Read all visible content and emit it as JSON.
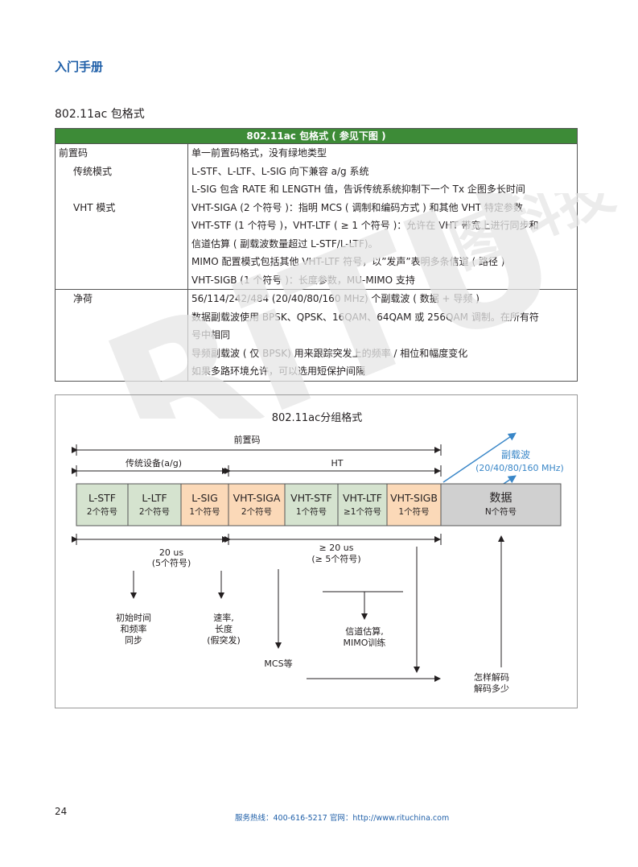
{
  "header": {
    "section": "入门手册",
    "title": "802.11ac 包格式"
  },
  "table": {
    "heading": "802.11ac 包格式 ( 参见下图 )",
    "rows": [
      {
        "left": "前置码",
        "right": "单一前置码格式，没有绿地类型"
      },
      {
        "left": "传统模式",
        "right": "L-STF、L-LTF、L-SIG 向下兼容 a/g 系统"
      },
      {
        "left": "",
        "right": "L-SIG 包含 RATE 和 LENGTH 值，告诉传统系统抑制下一个 Tx 企图多长时间"
      },
      {
        "left": "VHT 模式",
        "right": "VHT-SIGA (2 个符号 )：指明 MCS ( 调制和编码方式 ) 和其他 VHT 特定参数"
      },
      {
        "left": "",
        "right": "VHT-STF (1 个符号 )，VHT-LTF ( ≥ 1 个符号 )：允许在 VHT 带宽上进行同步和"
      },
      {
        "left": "",
        "right": "信道估算 ( 副载波数量超过 L-STF/L-LTF)。"
      },
      {
        "left": "",
        "right": "MIMO 配置模式包括其他 VHT-LTF 符号，以”发声”表明多条信道 ( 路径 )"
      },
      {
        "left": "",
        "right": "VHT-SIGB (1 个符号 )：长度参数，MU-MIMO 支持"
      },
      {
        "left": "净荷",
        "right": "56/114/242/484 (20/40/80/160 MHz) 个副载波 ( 数据 + 导频 )"
      },
      {
        "left": "",
        "right": "数据副载波使用 BPSK、QPSK、16QAM、64QAM 或 256QAM 调制。在所有符"
      },
      {
        "left": "",
        "right": "号中相同"
      },
      {
        "left": "",
        "right": "导频副载波 ( 仅 BPSK) 用来跟踪突发上的频率 / 相位和幅度变化"
      },
      {
        "left": "",
        "right": "如果多路环境允许，可以选用短保护间隔"
      }
    ]
  },
  "diagram": {
    "title": "802.11ac分组格式",
    "preamble_label": "前置码",
    "legacy_label": "传统设备(a/g)",
    "ht_label": "HT",
    "subcarrier_label": "副载波",
    "subcarrier_bw": "(20/40/80/160 MHz)",
    "fields": [
      {
        "name": "L-STF",
        "sub": "2个符号",
        "color": "#d5e3cf"
      },
      {
        "name": "L-LTF",
        "sub": "2个符号",
        "color": "#d5e3cf"
      },
      {
        "name": "L-SIG",
        "sub": "1个符号",
        "color": "#fbd9b8"
      },
      {
        "name": "VHT-SIGA",
        "sub": "2个符号",
        "color": "#fbd9b8"
      },
      {
        "name": "VHT-STF",
        "sub": "1个符号",
        "color": "#d5e3cf"
      },
      {
        "name": "VHT-LTF",
        "sub": "≥1个符号",
        "color": "#d5e3cf"
      },
      {
        "name": "VHT-SIGB",
        "sub": "1个符号",
        "color": "#fbd9b8"
      },
      {
        "name": "数据",
        "sub": "N个符号",
        "color": "#d0d0d0"
      }
    ],
    "span1_a": "20 us",
    "span1_b": "(5个符号)",
    "span2_a": "≥ 20 us",
    "span2_b": "(≥ 5个符号)",
    "note_timing": [
      "初始时间",
      "和频率",
      "同步"
    ],
    "note_rate": [
      "速率,",
      "长度",
      "(假突发)"
    ],
    "note_mcs": "MCS等",
    "note_channel": [
      "信道估算,",
      "MIMO训练"
    ],
    "note_decode": [
      "怎样解码",
      "解码多少"
    ]
  },
  "watermark": {
    "text": "RiTU图科技"
  },
  "footer": {
    "page_number": "24",
    "contact": "服务热线：400-616-5217      官网：http://www.rituchina.com"
  },
  "colors": {
    "accent_blue": "#1f5fa8",
    "table_green": "#3d8b37",
    "arrow_blue": "#3a87c8"
  }
}
